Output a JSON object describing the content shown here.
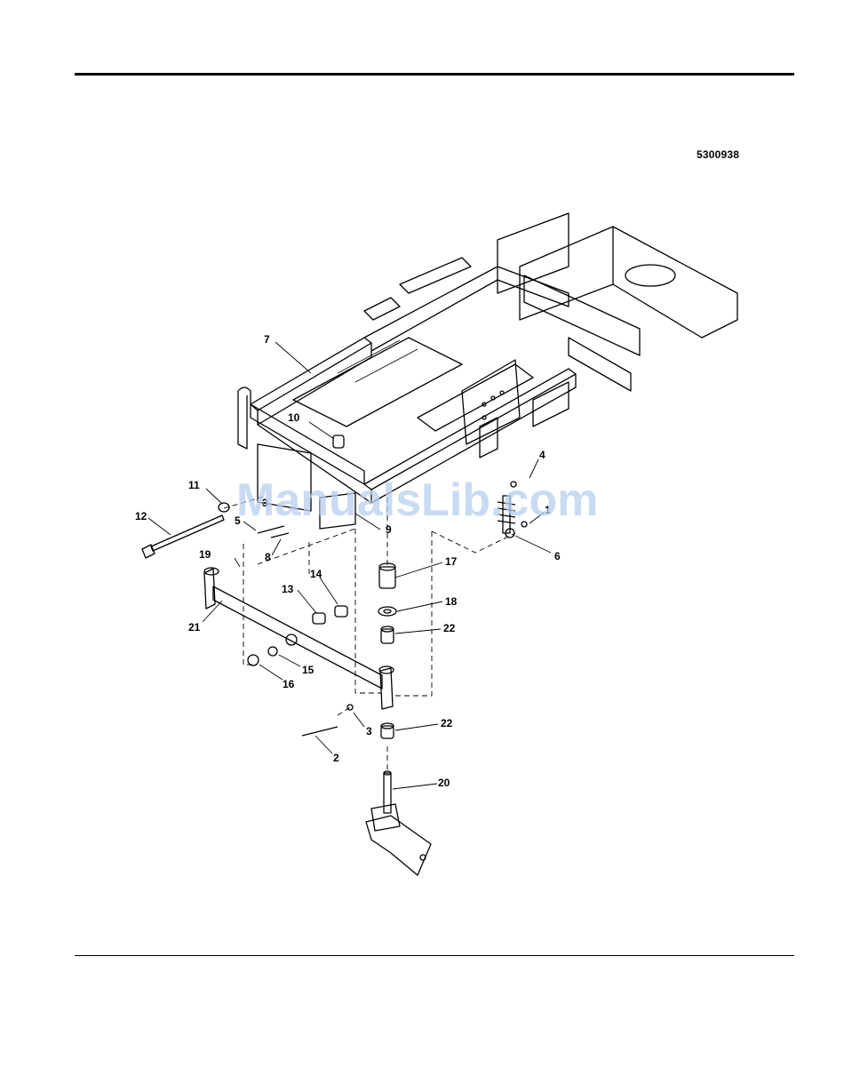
{
  "header": {
    "part_number": "5300938"
  },
  "watermark": "ManualsLib.com",
  "callouts": [
    {
      "id": "c7",
      "text": "7"
    },
    {
      "id": "c10",
      "text": "10"
    },
    {
      "id": "c4",
      "text": "4"
    },
    {
      "id": "c1",
      "text": "1"
    },
    {
      "id": "c6",
      "text": "6"
    },
    {
      "id": "c11",
      "text": "11"
    },
    {
      "id": "c12",
      "text": "12"
    },
    {
      "id": "c3a",
      "text": "3"
    },
    {
      "id": "c5",
      "text": "5"
    },
    {
      "id": "c8",
      "text": "8"
    },
    {
      "id": "c9",
      "text": "9"
    },
    {
      "id": "c19",
      "text": "19"
    },
    {
      "id": "c13",
      "text": "13"
    },
    {
      "id": "c14",
      "text": "14"
    },
    {
      "id": "c17",
      "text": "17"
    },
    {
      "id": "c18",
      "text": "18"
    },
    {
      "id": "c22a",
      "text": "22"
    },
    {
      "id": "c21",
      "text": "21"
    },
    {
      "id": "c15",
      "text": "15"
    },
    {
      "id": "c16",
      "text": "16"
    },
    {
      "id": "c3b",
      "text": "3"
    },
    {
      "id": "c22b",
      "text": "22"
    },
    {
      "id": "c2",
      "text": "2"
    },
    {
      "id": "c20",
      "text": "20"
    }
  ]
}
